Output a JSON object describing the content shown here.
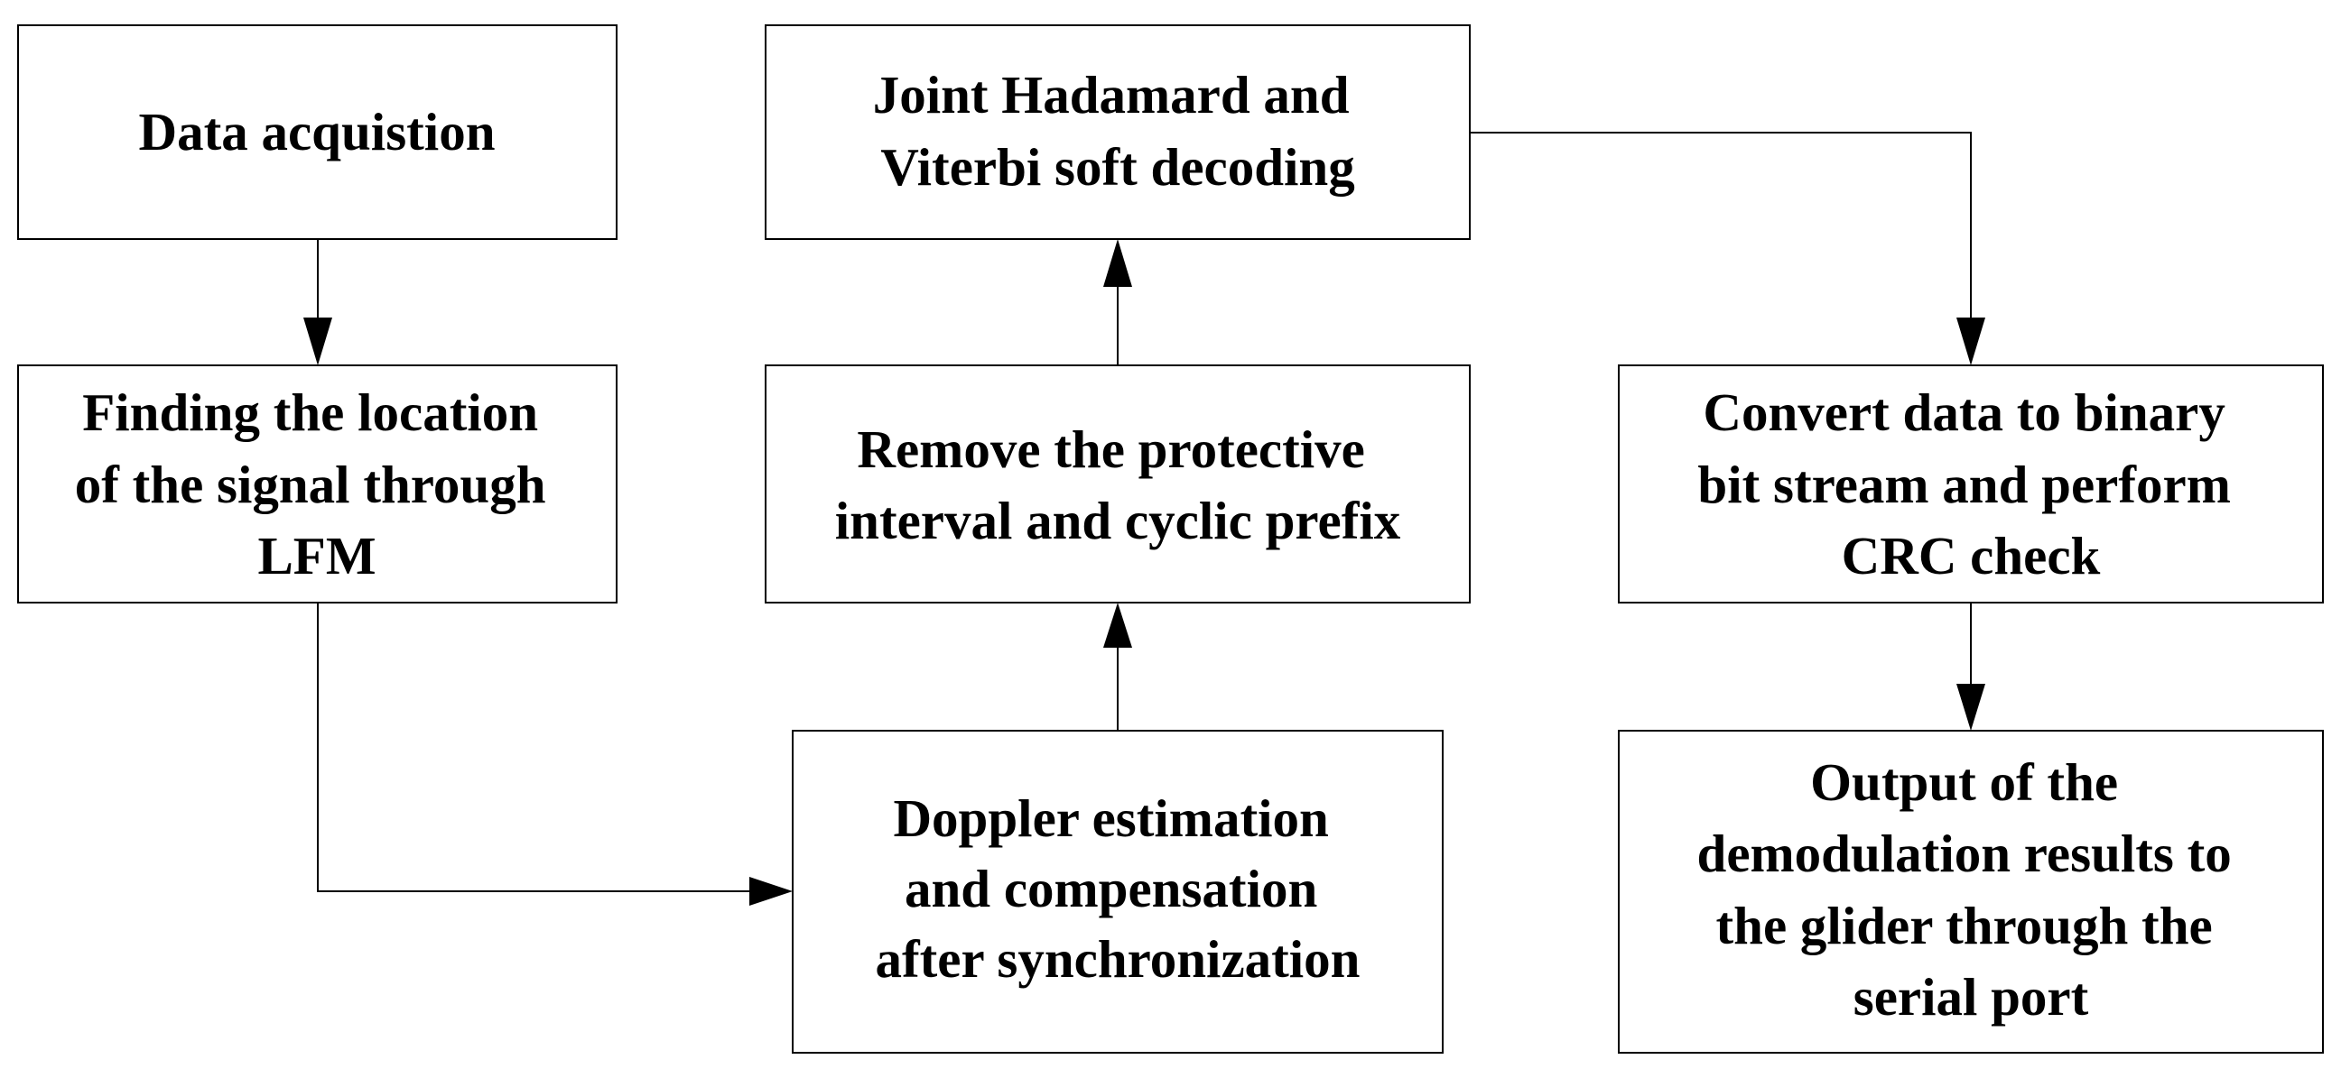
{
  "nodes": {
    "data_acquisition": [
      "Data acquistion"
    ],
    "finding_location": [
      "Finding the location",
      "of the signal through",
      "LFM"
    ],
    "doppler": [
      "Doppler estimation",
      "and compensation",
      "after synchronization"
    ],
    "remove_interval": [
      "Remove the protective",
      "interval and cyclic prefix"
    ],
    "joint_decoding": [
      "Joint Hadamard and",
      "Viterbi soft decoding"
    ],
    "convert_data": [
      "Convert data to binary",
      "bit stream and perform",
      "CRC check"
    ],
    "output_results": [
      "Output of the",
      "demodulation results to",
      "the glider through the",
      "serial port"
    ]
  },
  "edges": [
    {
      "from": "data_acquisition",
      "to": "finding_location"
    },
    {
      "from": "finding_location",
      "to": "doppler"
    },
    {
      "from": "doppler",
      "to": "remove_interval"
    },
    {
      "from": "remove_interval",
      "to": "joint_decoding"
    },
    {
      "from": "joint_decoding",
      "to": "convert_data"
    },
    {
      "from": "convert_data",
      "to": "output_results"
    }
  ],
  "colors": {
    "stroke": "#000000",
    "fill": "#ffffff",
    "text": "#000000"
  }
}
